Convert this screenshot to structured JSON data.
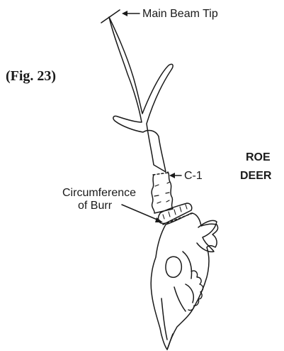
{
  "figure": {
    "caption": "(Fig. 23)",
    "species_line_1": "ROE",
    "species_line_2": "DEER"
  },
  "labels": {
    "main_beam_tip": "Main Beam Tip",
    "c1": "C-1",
    "burr_line_1": "Circumference",
    "burr_line_2": "of Burr"
  },
  "colors": {
    "ink": "#1a1a1a",
    "background": "#ffffff"
  }
}
